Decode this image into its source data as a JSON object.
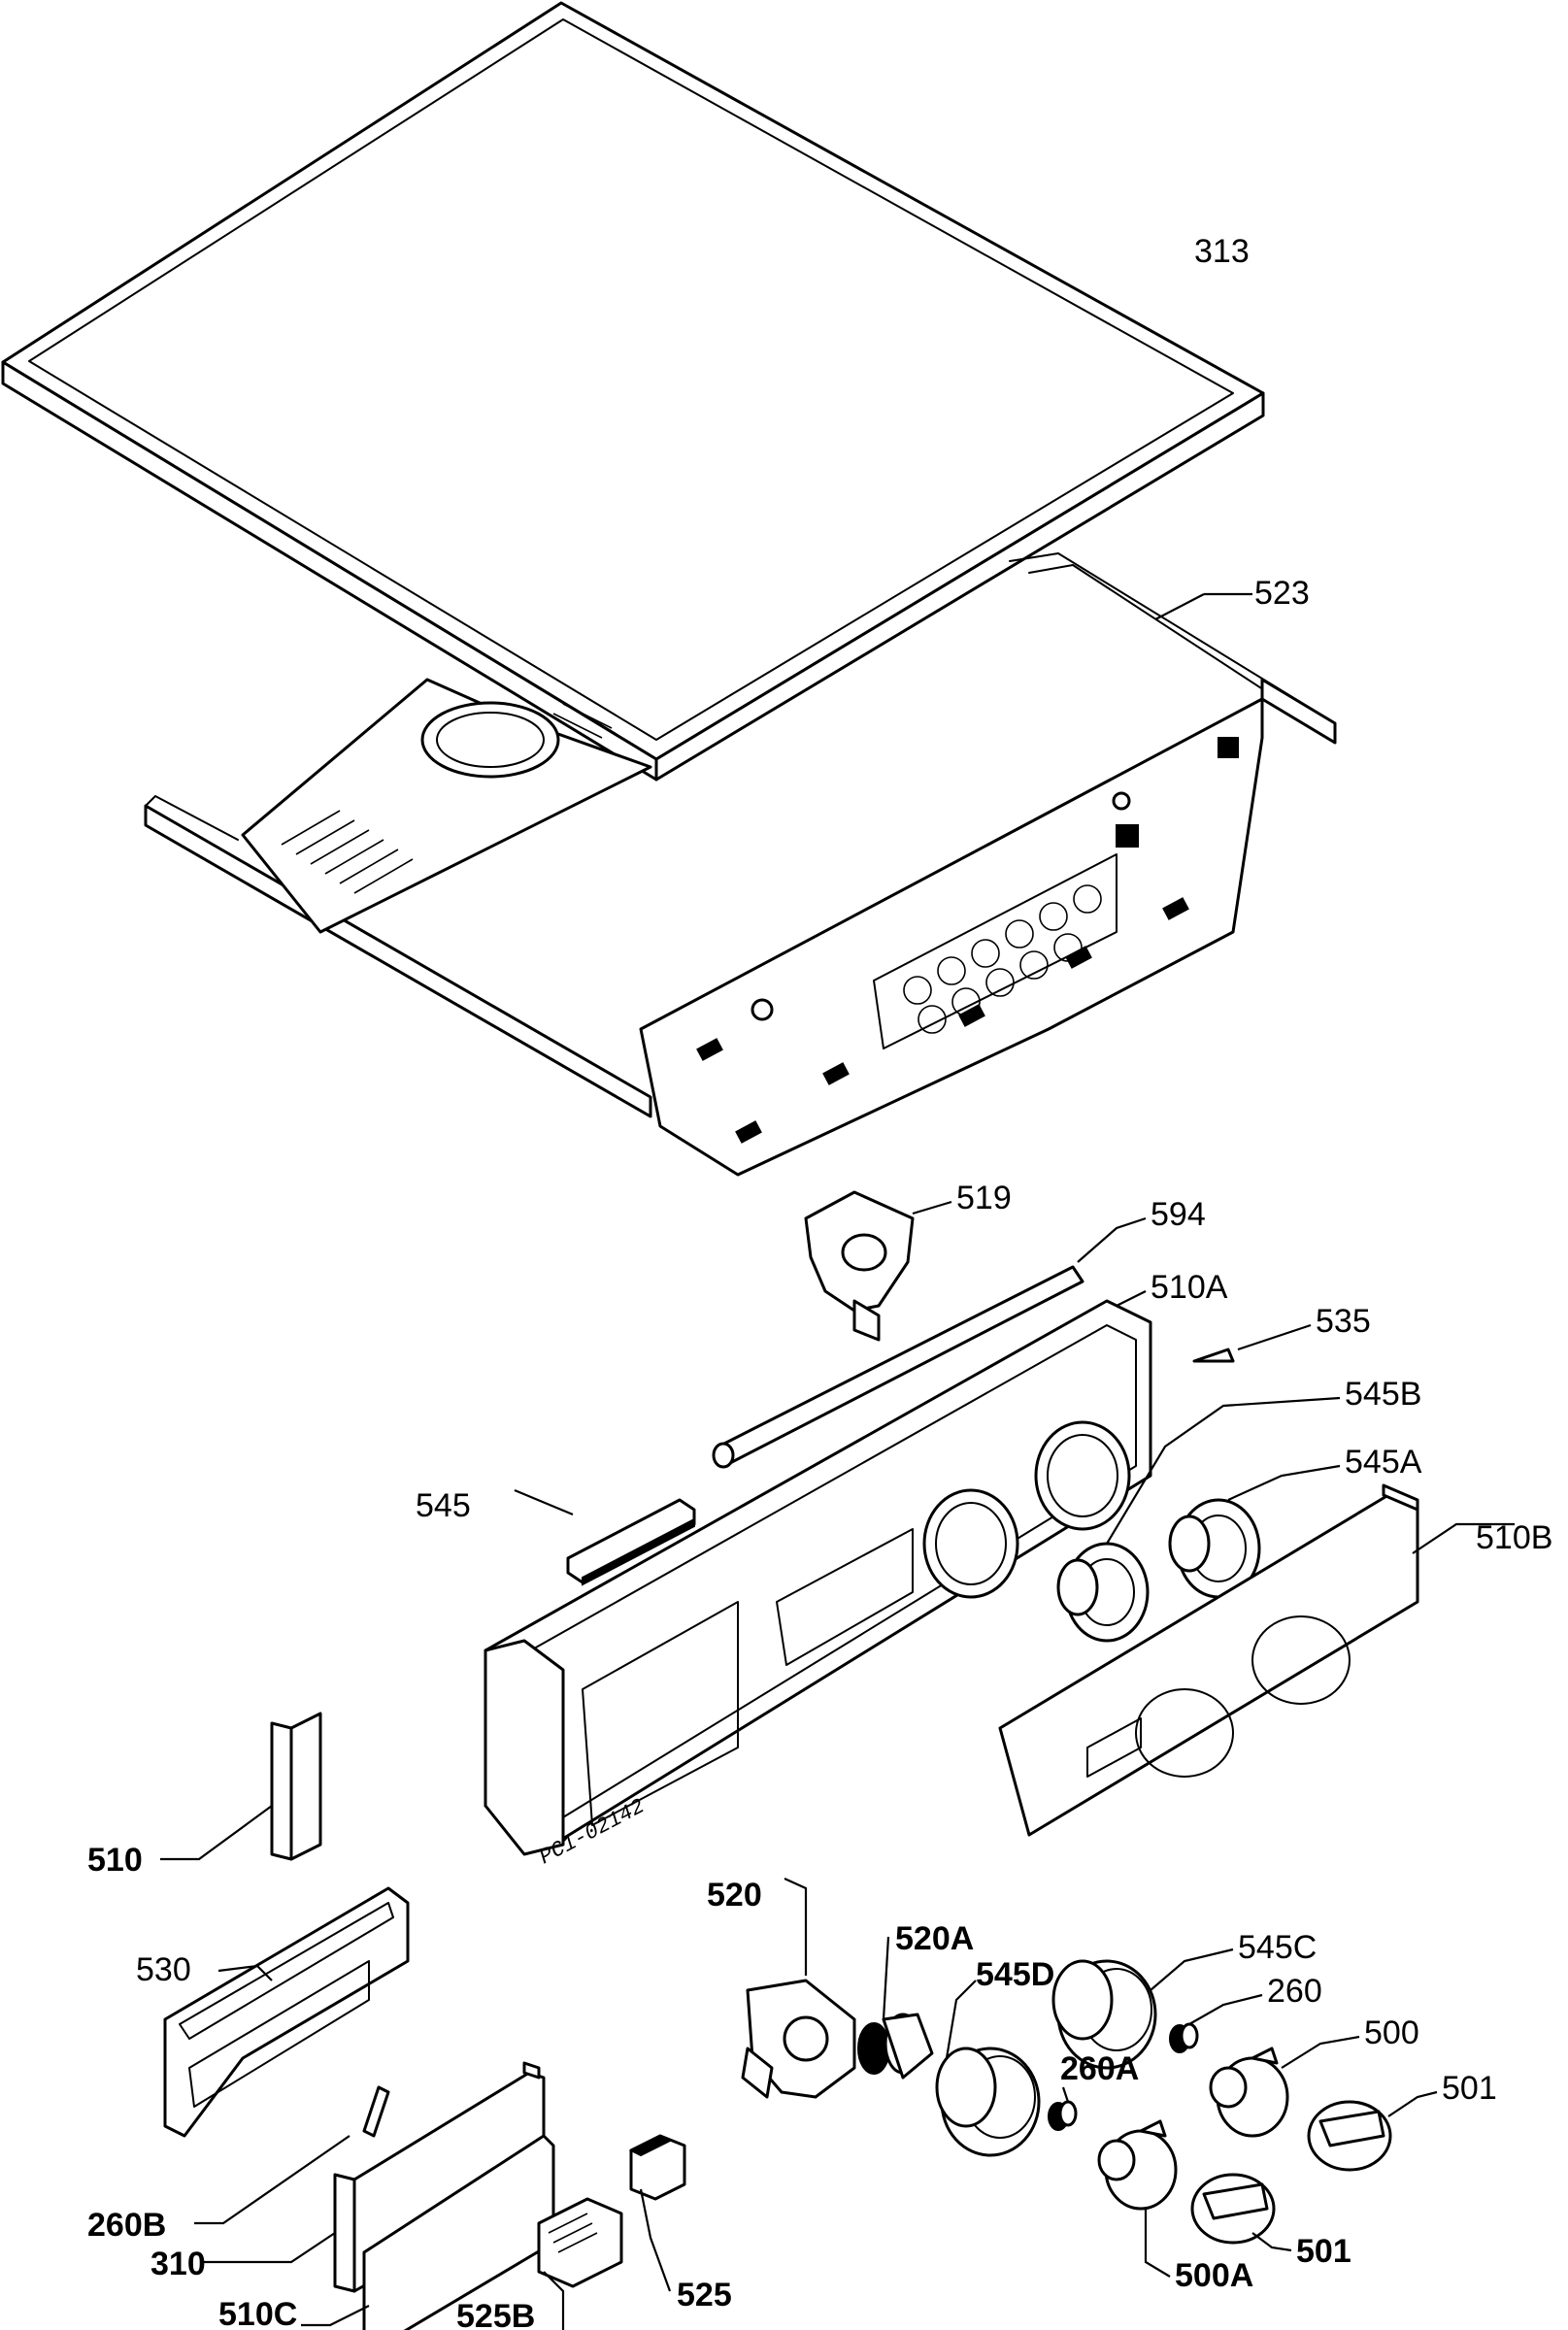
{
  "diagram": {
    "drawing_code": "PC1-02142",
    "parts": [
      {
        "id": "lbl-313",
        "label": "313"
      },
      {
        "id": "lbl-523",
        "label": "523"
      },
      {
        "id": "lbl-519",
        "label": "519"
      },
      {
        "id": "lbl-594",
        "label": "594"
      },
      {
        "id": "lbl-510a",
        "label": "510A"
      },
      {
        "id": "lbl-535",
        "label": "535"
      },
      {
        "id": "lbl-545b",
        "label": "545B"
      },
      {
        "id": "lbl-545a",
        "label": "545A"
      },
      {
        "id": "lbl-510b",
        "label": "510B"
      },
      {
        "id": "lbl-545",
        "label": "545"
      },
      {
        "id": "lbl-510",
        "label": "510"
      },
      {
        "id": "lbl-520",
        "label": "520"
      },
      {
        "id": "lbl-520a",
        "label": "520A"
      },
      {
        "id": "lbl-545d",
        "label": "545D"
      },
      {
        "id": "lbl-545c",
        "label": "545C"
      },
      {
        "id": "lbl-260",
        "label": "260"
      },
      {
        "id": "lbl-500",
        "label": "500"
      },
      {
        "id": "lbl-501a",
        "label": "501"
      },
      {
        "id": "lbl-260a",
        "label": "260A"
      },
      {
        "id": "lbl-530",
        "label": "530"
      },
      {
        "id": "lbl-260b",
        "label": "260B"
      },
      {
        "id": "lbl-310",
        "label": "310"
      },
      {
        "id": "lbl-510c",
        "label": "510C"
      },
      {
        "id": "lbl-525b",
        "label": "525B"
      },
      {
        "id": "lbl-525",
        "label": "525"
      },
      {
        "id": "lbl-501b",
        "label": "501"
      },
      {
        "id": "lbl-500a",
        "label": "500A"
      }
    ]
  }
}
